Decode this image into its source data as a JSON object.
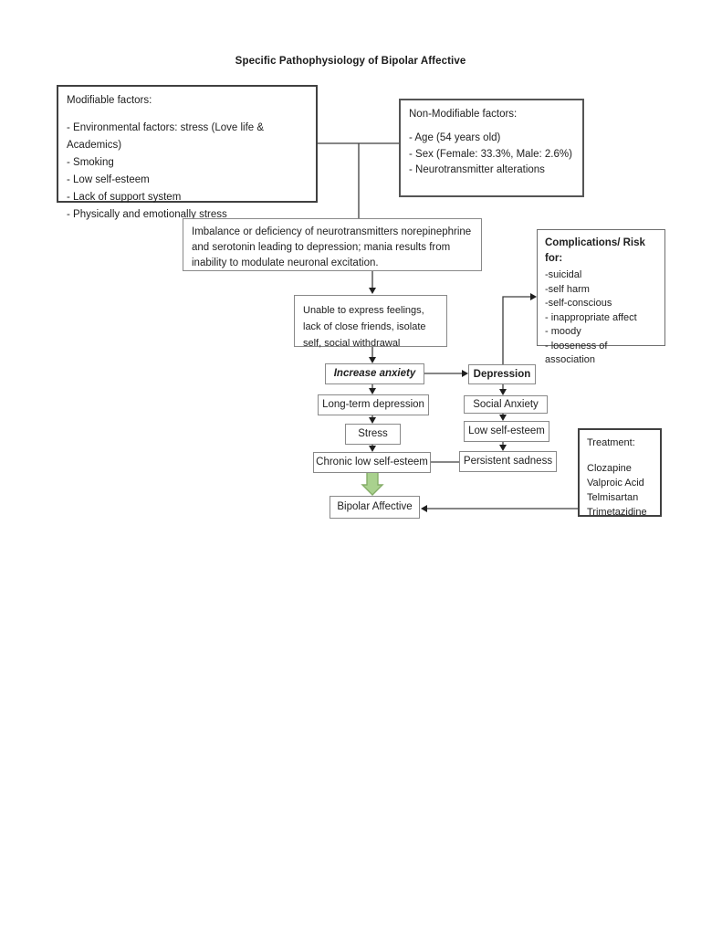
{
  "title": "Specific Pathophysiology of Bipolar Affective",
  "boxes": {
    "modifiable": {
      "heading": "Modifiable factors:",
      "items": [
        "- Environmental factors: stress (Love life & Academics)",
        "- Smoking",
        "- Low self-esteem",
        "- Lack of support system",
        "- Physically and emotionally stress"
      ]
    },
    "non_modifiable": {
      "heading": "Non-Modifiable factors:",
      "items": [
        "- Age (54 years old)",
        "- Sex (Female: 33.3%, Male: 2.6%)",
        "- Neurotransmitter alterations"
      ]
    },
    "imbalance": {
      "text": "Imbalance or deficiency of neurotransmitters norepinephrine and serotonin leading to depression; mania results from inability to modulate neuronal excitation."
    },
    "complications": {
      "heading": "Complications/ Risk for:",
      "items": [
        "-suicidal",
        "-self harm",
        "-self-conscious",
        "- inappropriate affect",
        "- moody",
        "- looseness of association"
      ]
    },
    "unable": {
      "text": "Unable to express feelings, lack of close friends, isolate self, social withdrawal"
    },
    "increase_anxiety": {
      "label": "Increase anxiety"
    },
    "depression": {
      "label": "Depression"
    },
    "long_term_depression": {
      "label": "Long-term depression"
    },
    "social_anxiety": {
      "label": "Social Anxiety"
    },
    "stress": {
      "label": "Stress"
    },
    "low_self_esteem": {
      "label": "Low self-esteem"
    },
    "chronic_low_self_esteem": {
      "label": "Chronic low self-esteem"
    },
    "persistent_sadness": {
      "label": "Persistent sadness"
    },
    "treatment": {
      "heading": "Treatment:",
      "items": [
        "Clozapine",
        "Valproic Acid",
        "Telmisartan",
        "Trimetazidine"
      ]
    },
    "bipolar_affective": {
      "label": "Bipolar Affective"
    }
  },
  "colors": {
    "line": "#3d3d3d",
    "arrowhead": "#1f1f1f",
    "green_arrow_fill": "#a9d18e",
    "green_arrow_stroke": "#85ad68"
  }
}
